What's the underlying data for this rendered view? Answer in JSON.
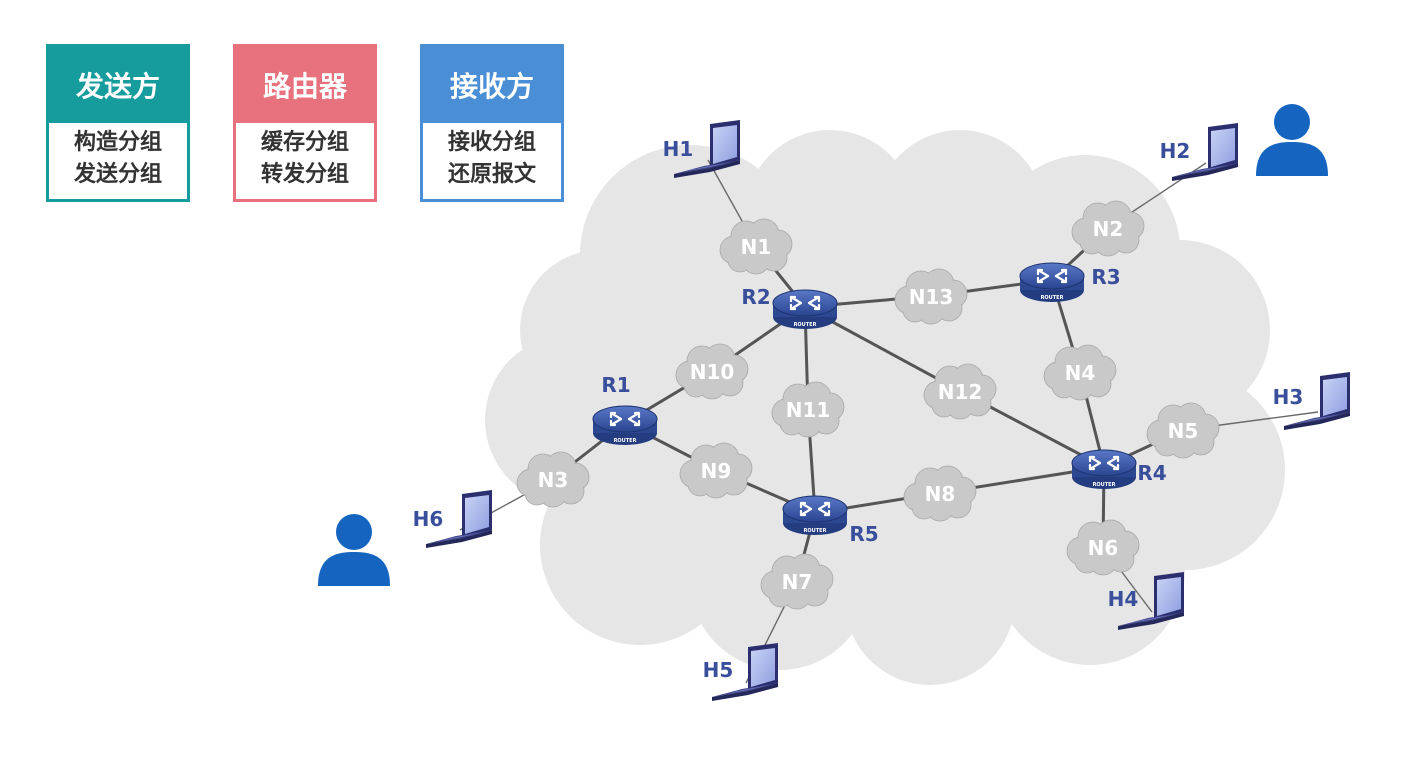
{
  "legend": [
    {
      "title": "发送方",
      "lines": [
        "构造分组",
        "发送分组"
      ],
      "color": "#169c9c"
    },
    {
      "title": "路由器",
      "lines": [
        "缓存分组",
        "转发分组"
      ],
      "color": "#e8717e"
    },
    {
      "title": "接收方",
      "lines": [
        "接收分组",
        "还原报文"
      ],
      "color": "#4a8fd6"
    }
  ],
  "colors": {
    "link": "#555555",
    "router": "#2f4fa0",
    "host_label": "#3a4f9c",
    "net_fill": "#c9c9c9",
    "cloud": "#e6e6e6",
    "user": "#1565c0"
  },
  "router_caption": "ROUTER",
  "hosts": {
    "H1": "H1",
    "H2": "H2",
    "H3": "H3",
    "H4": "H4",
    "H5": "H5",
    "H6": "H6"
  },
  "routers": {
    "R1": "R1",
    "R2": "R2",
    "R3": "R3",
    "R4": "R4",
    "R5": "R5"
  },
  "networks": {
    "N1": "N1",
    "N2": "N2",
    "N3": "N3",
    "N4": "N4",
    "N5": "N5",
    "N6": "N6",
    "N7": "N7",
    "N8": "N8",
    "N9": "N9",
    "N10": "N10",
    "N11": "N11",
    "N12": "N12",
    "N13": "N13"
  }
}
